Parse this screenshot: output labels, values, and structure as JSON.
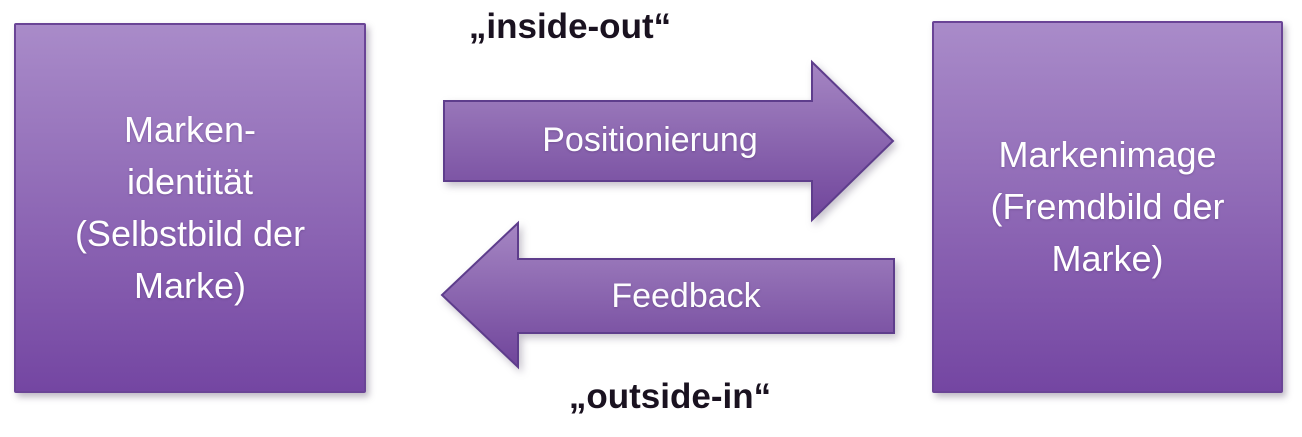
{
  "colors": {
    "background": "#ffffff",
    "box_gradient_top": "#a98bc9",
    "box_gradient_bottom": "#7446a2",
    "box_border": "#6a4496",
    "arrow_gradient_top": "#a586c3",
    "arrow_gradient_bottom": "#70459b",
    "arrow_border": "#5e3d8c",
    "arrow_label_text": "#fdfdfe",
    "box_text": "#ffffff",
    "annotation_text": "#1a1220"
  },
  "left_box": {
    "lines": [
      "Marken-",
      "identität",
      "(Selbstbild der",
      "Marke)"
    ]
  },
  "right_box": {
    "lines": [
      "Markenimage",
      "(Fremdbild der",
      "Marke)"
    ]
  },
  "top_arrow": {
    "direction": "right",
    "label": "Positionierung",
    "annotation": "„inside-out“"
  },
  "bottom_arrow": {
    "direction": "left",
    "label": "Feedback",
    "annotation": "„outside-in“"
  }
}
